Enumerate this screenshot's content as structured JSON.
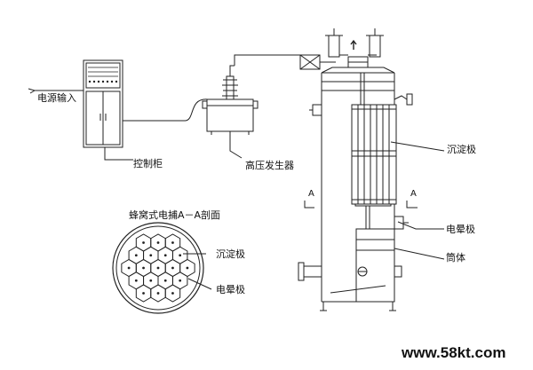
{
  "labels": {
    "power_input": "电源输入",
    "control_cabinet": "控制柜",
    "hv_generator": "高压发生器",
    "collecting_electrode": "沉淀极",
    "corona_electrode": "电晕极",
    "shell": "筒体",
    "section_marker": "A",
    "section_title": "蜂窝式电捕A－A剖面",
    "section_collecting": "沉淀极",
    "section_corona": "电晕极"
  },
  "watermark": "www.58kt.com",
  "colors": {
    "line": "#222222",
    "watermark": "#f06a1a"
  }
}
